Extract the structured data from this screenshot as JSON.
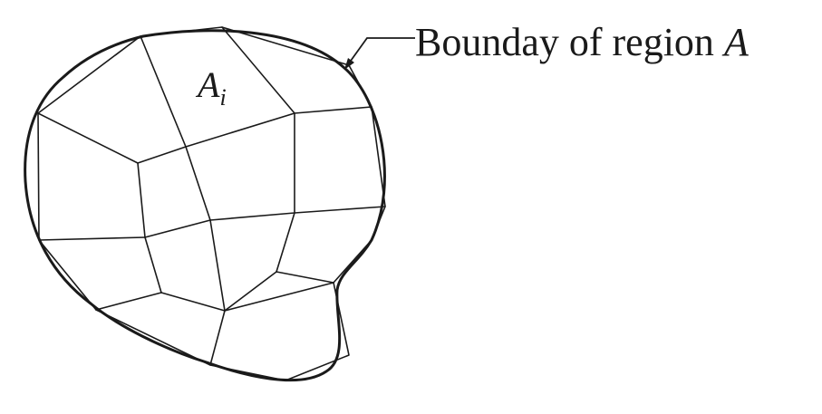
{
  "figure": {
    "region_label": {
      "main": "A",
      "subscript": "i"
    },
    "boundary_label": {
      "text": "Bounday of region ",
      "variable": "A"
    }
  }
}
